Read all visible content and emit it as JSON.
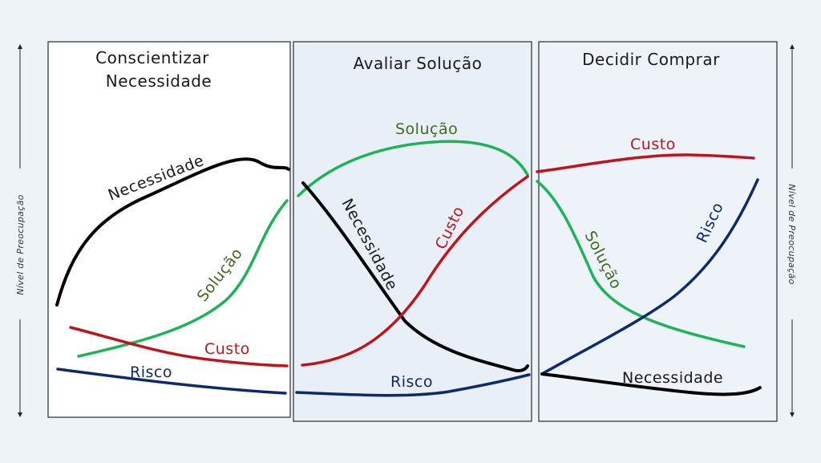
{
  "panels": [
    {
      "title_lines": [
        "Conscientizar",
        "Necessidade"
      ]
    },
    {
      "title_lines": [
        "Avaliar Solução"
      ]
    },
    {
      "title_lines": [
        "Decidir Comprar"
      ]
    }
  ],
  "axis": {
    "left_label": "Nível de Preocupação",
    "right_label": "Nível de Preocupação"
  },
  "labels": {
    "p1_necessidade": "Necessidade",
    "p1_solucao": "Solução",
    "p1_custo": "Custo",
    "p1_risco": "Risco",
    "p2_solucao": "Solução",
    "p2_necessidade": "Necessidade",
    "p2_custo": "Custo",
    "p2_risco": "Risco",
    "p3_custo": "Custo",
    "p3_solucao": "Solução",
    "p3_risco": "Risco",
    "p3_necessidade": "Necessidade"
  },
  "colors": {
    "necessidade": "#000000",
    "solucao": "#1db358",
    "custo": "#c0141c",
    "risco": "#0e2a6e",
    "solucao_label": "#3f6b1f",
    "panel_bg_1": "#ffffff",
    "panel_bg_2": "#e9eff6",
    "panel_bg_3": "#eef3f9"
  }
}
